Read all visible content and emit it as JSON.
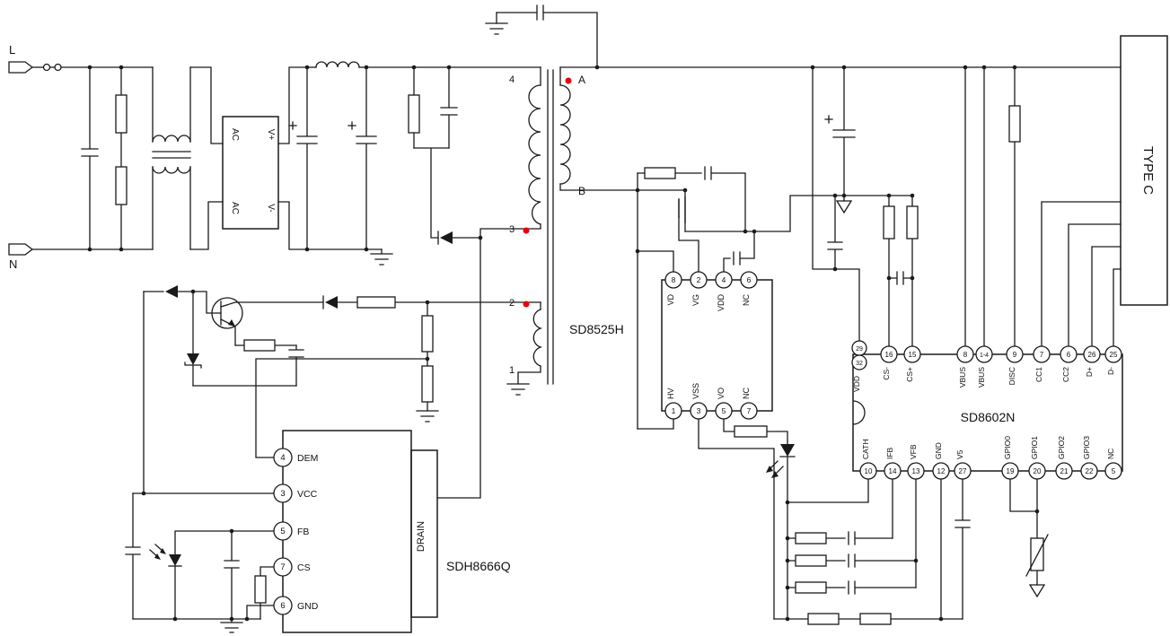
{
  "colors": {
    "wire": "#1a1a1a",
    "background": "#ffffff",
    "polarity_dot": "#e8000d"
  },
  "io": {
    "line": "L",
    "neutral": "N"
  },
  "bridge": {
    "ac_top": "AC",
    "ac_bottom": "AC",
    "v_plus": "V+",
    "v_minus": "V-"
  },
  "transformer": {
    "pin4": "4",
    "pin3": "3",
    "pin2": "2",
    "pin1": "1",
    "sec_a": "A",
    "sec_b": "B"
  },
  "ics": {
    "sync": {
      "name": "SD8525H",
      "top": [
        {
          "num": "8",
          "name": "VD"
        },
        {
          "num": "2",
          "name": "VG"
        },
        {
          "num": "4",
          "name": "VDD"
        },
        {
          "num": "6",
          "name": "NC"
        }
      ],
      "bottom": [
        {
          "num": "1",
          "name": "HV"
        },
        {
          "num": "3",
          "name": "VSS"
        },
        {
          "num": "5",
          "name": "VO"
        },
        {
          "num": "7",
          "name": "NC"
        }
      ]
    },
    "primary": {
      "name": "SDH8666Q",
      "drain": "DRAIN",
      "pins": [
        {
          "num": "4",
          "name": "DEM"
        },
        {
          "num": "3",
          "name": "VCC"
        },
        {
          "num": "5",
          "name": "FB"
        },
        {
          "num": "7",
          "name": "CS"
        },
        {
          "num": "6",
          "name": "GND"
        }
      ]
    },
    "protocol": {
      "name": "SD8602N",
      "top": [
        {
          "num": "29",
          "num2": "32",
          "name": "VDD"
        },
        {
          "num": "16",
          "name": "CS-"
        },
        {
          "num": "15",
          "name": "CS+"
        },
        {
          "num": "8",
          "name": "VBUS"
        },
        {
          "num": "1-4",
          "name": "VBUS"
        },
        {
          "num": "9",
          "name": "DISC"
        },
        {
          "num": "7",
          "name": "CC1"
        },
        {
          "num": "6",
          "name": "CC2"
        },
        {
          "num": "26",
          "name": "D+"
        },
        {
          "num": "25",
          "name": "D-"
        }
      ],
      "bottom": [
        {
          "num": "10",
          "name": "CATH"
        },
        {
          "num": "14",
          "name": "IFB"
        },
        {
          "num": "13",
          "name": "VFB"
        },
        {
          "num": "12",
          "name": "GND"
        },
        {
          "num": "27",
          "name": "V5"
        },
        {
          "num": "19",
          "name": "GPIO0"
        },
        {
          "num": "20",
          "name": "GPIO1"
        },
        {
          "num": "21",
          "name": "GPIO2"
        },
        {
          "num": "22",
          "name": "GPIO3"
        },
        {
          "num": "5",
          "name": "NC"
        }
      ]
    }
  },
  "connector": {
    "name": "TYPE C"
  }
}
